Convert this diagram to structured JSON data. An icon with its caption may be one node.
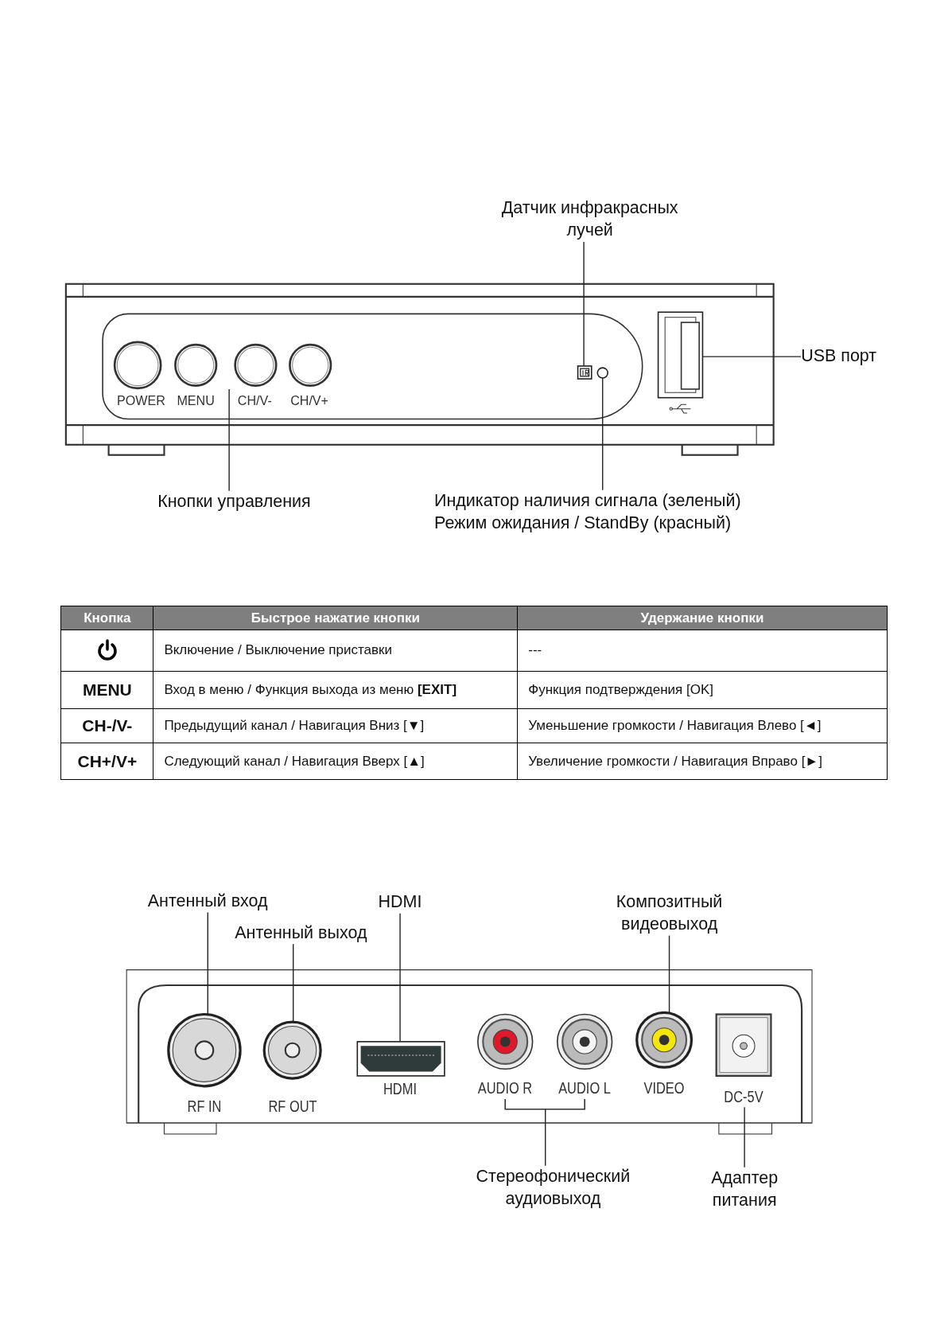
{
  "diagram": {
    "nodes": [
      {
        "text": [
          "Датчик инфракрасных лучей"
        ]
      },
      {
        "text": [],
        "shape": "box"
      },
      {
        "text": [
          "USB порт"
        ]
      },
      {
        "text": [],
        "shape": "box"
      },
      {
        "text": [
          "Кнопки управления"
        ]
      },
      {
        "text": [
          "Индикатор наличия сигнала (зеленый)",
          "Режим ожидания / StandBy (красный)"
        ]
      },
      {
        "text": [],
        "shape": "circle"
      },
      {
        "text": [
          "Антенный вход"
        ]
      },
      {
        "text": [],
        "shape": "circle",
        "beside": [
          "RF IN"
        ]
      },
      {
        "text": [
          "Антенный выход"
        ]
      },
      {
        "text": [],
        "shape": "circle",
        "beside": [
          "RF OUT"
        ]
      },
      {
        "text": [
          "HDMI"
        ]
      },
      {
        "text": [],
        "shape": "box",
        "beside": [
          "HDMI"
        ]
      },
      {
        "text": [
          "Композитный видеовыход"
        ]
      },
      {
        "text": [],
        "shape": "circle",
        "beside": [
          "VIDEO"
        ]
      },
      {
        "text": [
          "Стереофонический аудиовыход"
        ]
      },
      {
        "text": [
          "Адаптер питания"
        ]
      },
      {
        "text": [
          "DC-5V"
        ]
      }
    ],
    "edges": [
      {
        "from": 0,
        "to": 1,
        "arrow": "none"
      },
      {
        "from": 2,
        "to": 3,
        "arrow": "none"
      },
      {
        "from": 4,
        "to": null,
        "arrow": "none"
      },
      {
        "from": 5,
        "to": 6,
        "arrow": "none"
      },
      {
        "from": 7,
        "to": 8,
        "arrow": "none"
      },
      {
        "from": 9,
        "to": 10,
        "arrow": "none"
      },
      {
        "from": 11,
        "to": 12,
        "arrow": "none"
      },
      {
        "from": 13,
        "to": 14,
        "arrow": "none"
      },
      {
        "from": 15,
        "to": null,
        "arrow": "none"
      },
      {
        "from": 16,
        "to": 17,
        "arrow": "none"
      }
    ],
    "labels": [
      "POWER",
      "MENU",
      "CH/V-",
      "CH/V+",
      "Кнопка",
      "Быстрое нажатие кнопки",
      "Удержание кнопки",
      "Включение / Выключение приставки",
      "---",
      "MENU",
      "Вход в меню / Функция выхода из меню **[EXIT]**",
      "Функция подтверждения [OK]",
      "CH-/V-",
      "Предыдущий канал / Навигация Вниз [▼]",
      "Уменьшение громкости / Навигация Влево [◄]",
      "CH+/V+",
      "Следующий канал / Навигация Вверх [▲]",
      "Увеличение громкости / Навигация Вправо [►]",
      "AUDIO R",
      "AUDIO L"
    ]
  }
}
